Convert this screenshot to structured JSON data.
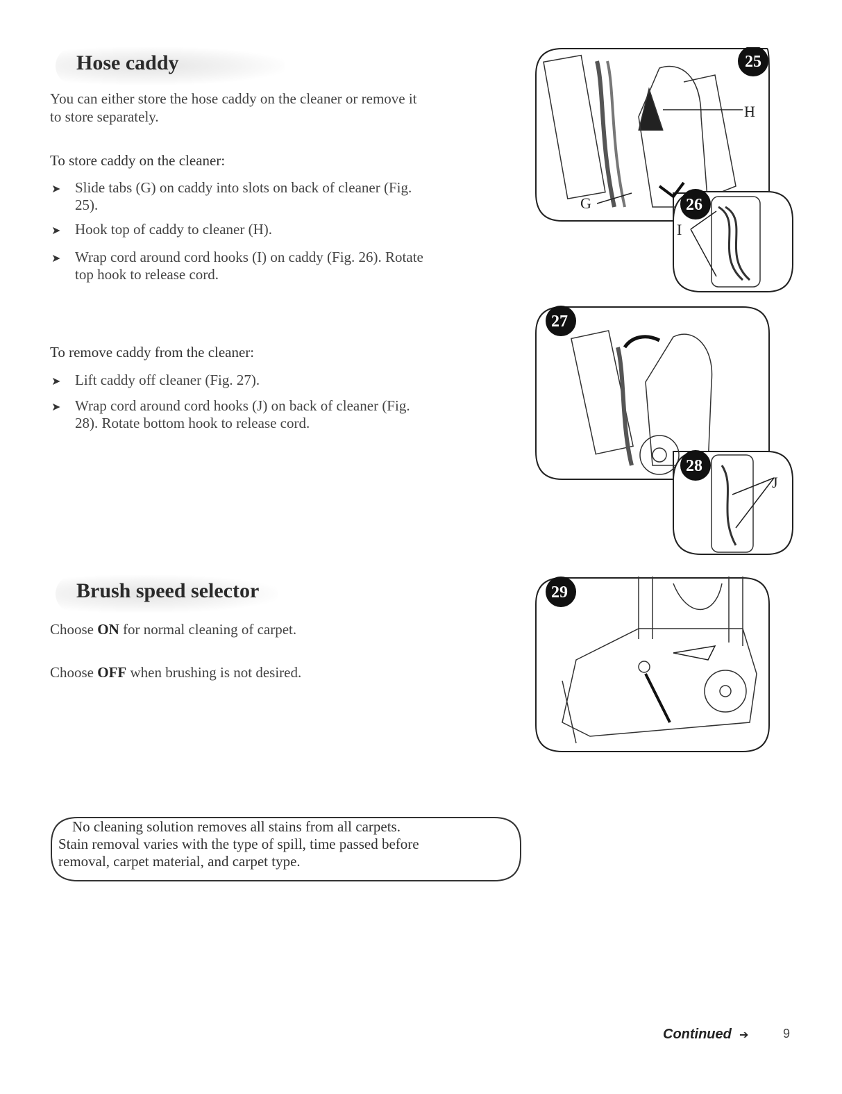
{
  "hose_caddy": {
    "title": "Hose caddy",
    "intro_line1": "You can either store the hose caddy on the cleaner or remove it",
    "intro_line2": "to store separately.",
    "store_heading": "To store caddy on the cleaner:",
    "store_bullets": [
      {
        "line1": "Slide tabs (G) on caddy into slots on back of cleaner (Fig.",
        "line2": "25)."
      },
      {
        "line1": "Hook top of caddy to cleaner (H).",
        "line2": ""
      },
      {
        "line1": "Wrap cord around cord hooks (I) on caddy (Fig. 26). Rotate",
        "line2": "top hook to release cord."
      }
    ],
    "remove_heading": "To remove caddy from the cleaner:",
    "remove_bullets": [
      {
        "line1": "Lift caddy off cleaner (Fig. 27).",
        "line2": ""
      },
      {
        "line1": "Wrap cord around cord hooks (J) on back of cleaner (Fig.",
        "line2": "28). Rotate bottom hook to release cord."
      }
    ]
  },
  "brush_speed": {
    "title": "Brush speed selector",
    "line_on_pre": "Choose ",
    "line_on_bold": "ON",
    "line_on_post": " for normal cleaning of carpet.",
    "line_off_pre": "Choose ",
    "line_off_bold": "OFF",
    "line_off_post": " when brushing is not desired."
  },
  "note": {
    "line1": "No cleaning solution removes all stains from all carpets.",
    "line2": "Stain removal varies with the type of spill, time passed before",
    "line3": "removal, carpet material, and carpet type."
  },
  "figures": {
    "fig25": {
      "number": "25",
      "label_h": "H",
      "label_g": "G"
    },
    "fig26": {
      "number": "26",
      "label_i": "I"
    },
    "fig27": {
      "number": "27"
    },
    "fig28": {
      "number": "28",
      "label_j": "J"
    },
    "fig29": {
      "number": "29"
    }
  },
  "footer": {
    "continued": "Continued",
    "page": "9"
  }
}
